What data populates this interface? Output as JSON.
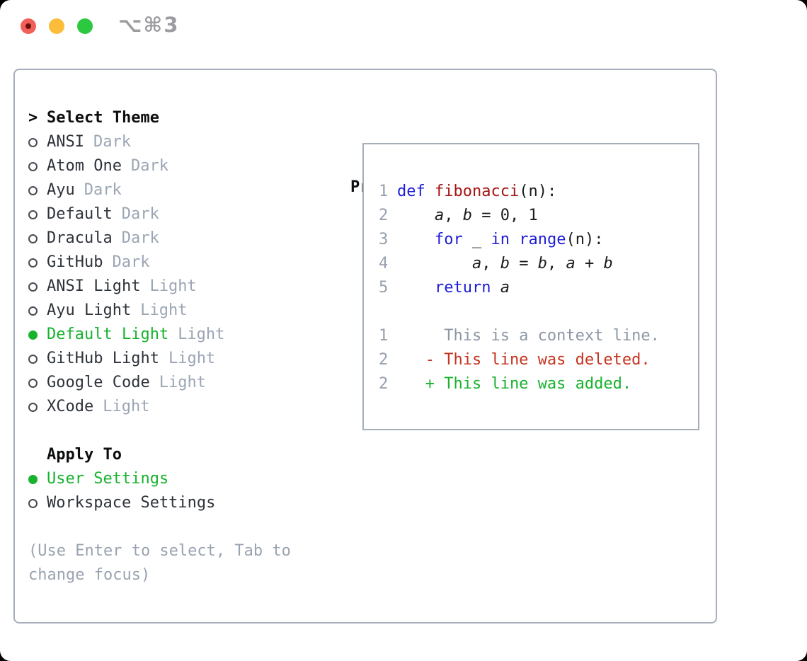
{
  "window": {
    "title": "⌥⌘3",
    "traffic_lights": [
      "close",
      "minimize",
      "zoom"
    ]
  },
  "sidebar": {
    "header": {
      "marker": ">",
      "label": "Select Theme"
    },
    "items": [
      {
        "name": "ANSI",
        "variant": "Dark",
        "selected": false
      },
      {
        "name": "Atom One",
        "variant": "Dark",
        "selected": false
      },
      {
        "name": "Ayu",
        "variant": "Dark",
        "selected": false
      },
      {
        "name": "Default",
        "variant": "Dark",
        "selected": false
      },
      {
        "name": "Dracula",
        "variant": "Dark",
        "selected": false
      },
      {
        "name": "GitHub",
        "variant": "Dark",
        "selected": false
      },
      {
        "name": "ANSI Light",
        "variant": "Light",
        "selected": false
      },
      {
        "name": "Ayu Light",
        "variant": "Light",
        "selected": false
      },
      {
        "name": "Default Light",
        "variant": "Light",
        "selected": true
      },
      {
        "name": "GitHub Light",
        "variant": "Light",
        "selected": false
      },
      {
        "name": "Google Code",
        "variant": "Light",
        "selected": false
      },
      {
        "name": "XCode",
        "variant": "Light",
        "selected": false
      }
    ],
    "apply_to": {
      "label": "Apply To",
      "options": [
        {
          "label": "User Settings",
          "selected": true
        },
        {
          "label": "Workspace Settings",
          "selected": false
        }
      ]
    },
    "help": "(Use Enter to select, Tab to change focus)"
  },
  "preview": {
    "label": "Preview",
    "code_lines": [
      {
        "no": "1",
        "segments": [
          {
            "t": "def",
            "c": "keyword"
          },
          {
            "t": " "
          },
          {
            "t": "fibonacci",
            "c": "function"
          },
          {
            "t": "(n):"
          }
        ]
      },
      {
        "no": "2",
        "segments": [
          {
            "t": "    "
          },
          {
            "t": "a",
            "i": true
          },
          {
            "t": ", "
          },
          {
            "t": "b",
            "i": true
          },
          {
            "t": " = 0, 1"
          }
        ]
      },
      {
        "no": "3",
        "segments": [
          {
            "t": "    "
          },
          {
            "t": "for",
            "c": "keyword"
          },
          {
            "t": " _ "
          },
          {
            "t": "in",
            "c": "keyword"
          },
          {
            "t": " "
          },
          {
            "t": "range",
            "c": "keyword"
          },
          {
            "t": "(n):"
          }
        ]
      },
      {
        "no": "4",
        "segments": [
          {
            "t": "        "
          },
          {
            "t": "a",
            "i": true
          },
          {
            "t": ", "
          },
          {
            "t": "b",
            "i": true
          },
          {
            "t": " = "
          },
          {
            "t": "b",
            "i": true
          },
          {
            "t": ", "
          },
          {
            "t": "a",
            "i": true
          },
          {
            "t": " + "
          },
          {
            "t": "b",
            "i": true
          }
        ]
      },
      {
        "no": "5",
        "segments": [
          {
            "t": "    "
          },
          {
            "t": "return",
            "c": "keyword"
          },
          {
            "t": " "
          },
          {
            "t": "a",
            "i": true
          }
        ]
      }
    ],
    "diff_lines": [
      {
        "no": "1",
        "marker": " ",
        "kind": "context",
        "text": "This is a context line."
      },
      {
        "no": "2",
        "marker": "-",
        "kind": "deleted",
        "text": "This line was deleted."
      },
      {
        "no": "2",
        "marker": "+",
        "kind": "added",
        "text": "This line was added."
      }
    ]
  },
  "colors": {
    "keyword": "#1d1dd8",
    "function": "#a31515",
    "code": "#1b1c1e",
    "lineno": "#96a0ae",
    "context": "#8d97a4",
    "deleted": "#c5331f",
    "added": "#18b22e",
    "green": "#18b22e",
    "border": "#a5aeb9",
    "traffic-red": "#f25f58",
    "traffic-yellow": "#fcbd3a",
    "traffic-green": "#2bc840"
  }
}
